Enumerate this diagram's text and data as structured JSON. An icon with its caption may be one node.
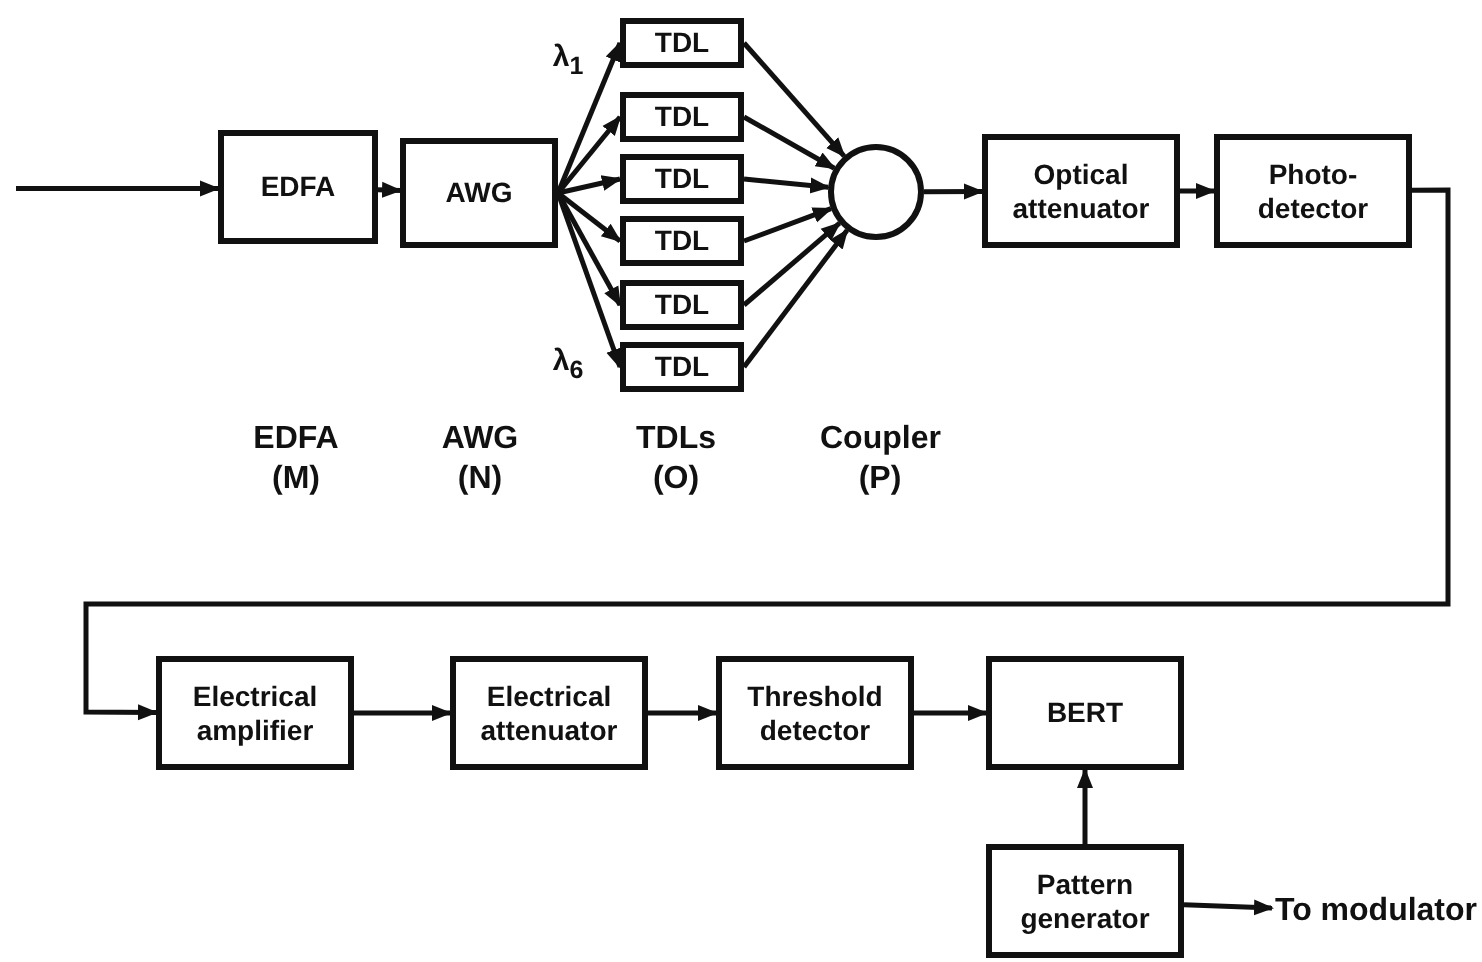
{
  "diagram": {
    "nodes": [
      {
        "text": [
          "EDFA"
        ]
      },
      {
        "text": [
          "AWG"
        ]
      },
      {
        "text": [
          "TDL"
        ]
      },
      {
        "text": [
          "TDL"
        ]
      },
      {
        "text": [
          "TDL"
        ]
      },
      {
        "text": [
          "TDL"
        ]
      },
      {
        "text": [
          "TDL"
        ]
      },
      {
        "text": [
          "TDL"
        ]
      },
      {
        "text": [],
        "shape": "circle"
      },
      {
        "text": [
          "Optical attenuator"
        ]
      },
      {
        "text": [
          "Photo- detector"
        ]
      },
      {
        "text": [
          "Electrical amplifier"
        ]
      },
      {
        "text": [
          "Electrical attenuator"
        ]
      },
      {
        "text": [
          "Threshold detector"
        ]
      },
      {
        "text": [
          "BERT"
        ]
      },
      {
        "text": [
          "Pattern generator"
        ]
      },
      {
        "text": [
          "To modulator"
        ]
      }
    ],
    "edges": [
      {
        "from": null,
        "to": 0,
        "arrow": "to"
      },
      {
        "from": 0,
        "to": 1,
        "arrow": "to"
      },
      {
        "from": 1,
        "to": 2,
        "arrow": "to"
      },
      {
        "from": 1,
        "to": 3,
        "arrow": "to"
      },
      {
        "from": 1,
        "to": 4,
        "arrow": "to"
      },
      {
        "from": 1,
        "to": 5,
        "arrow": "to"
      },
      {
        "from": 1,
        "to": 6,
        "arrow": "to"
      },
      {
        "from": 1,
        "to": 7,
        "arrow": "to"
      },
      {
        "from": 2,
        "to": 8,
        "arrow": "to"
      },
      {
        "from": 3,
        "to": 8,
        "arrow": "to"
      },
      {
        "from": 4,
        "to": 8,
        "arrow": "to"
      },
      {
        "from": 5,
        "to": 8,
        "arrow": "to"
      },
      {
        "from": 6,
        "to": 8,
        "arrow": "to"
      },
      {
        "from": 7,
        "to": 8,
        "arrow": "to"
      },
      {
        "from": 8,
        "to": 9,
        "arrow": "to"
      },
      {
        "from": 9,
        "to": 10,
        "arrow": "to"
      },
      {
        "from": 10,
        "to": 11,
        "arrow": "to"
      },
      {
        "from": 11,
        "to": 12,
        "arrow": "to"
      },
      {
        "from": 12,
        "to": 13,
        "arrow": "to"
      },
      {
        "from": 13,
        "to": 14,
        "arrow": "to"
      },
      {
        "from": 15,
        "to": 14,
        "arrow": "to"
      },
      {
        "from": 15,
        "to": 16,
        "arrow": "to"
      }
    ],
    "labels": [
      "λ$_{1}$",
      "λ$_{6}$",
      "EDFA (M)",
      "AWG (N)",
      "TDLs (O)",
      "Coupler (P)"
    ]
  }
}
